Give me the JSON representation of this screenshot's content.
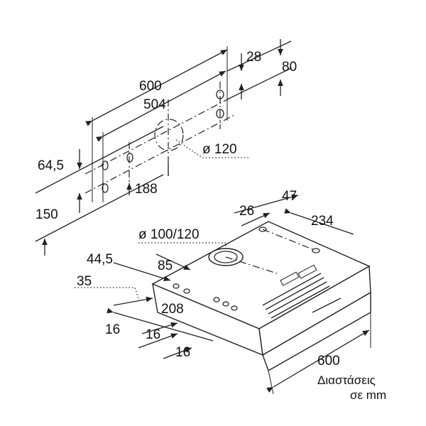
{
  "dimensions": {
    "d600_top": "600",
    "d504": "504",
    "d28": "28",
    "d80": "80",
    "d64_5": "64,5",
    "d120": "ø 120",
    "d188": "188",
    "d150": "150",
    "d47": "47",
    "d26": "26",
    "d234": "234",
    "d100_120": "ø 100/120",
    "d44_5": "44,5",
    "d85": "85",
    "d35": "35",
    "d208": "208",
    "d16_a": "16",
    "d16_b": "16",
    "d16_c": "16",
    "d600_bottom": "600"
  },
  "caption": {
    "line1": "Διαστάσεις",
    "line2": "σε mm"
  }
}
